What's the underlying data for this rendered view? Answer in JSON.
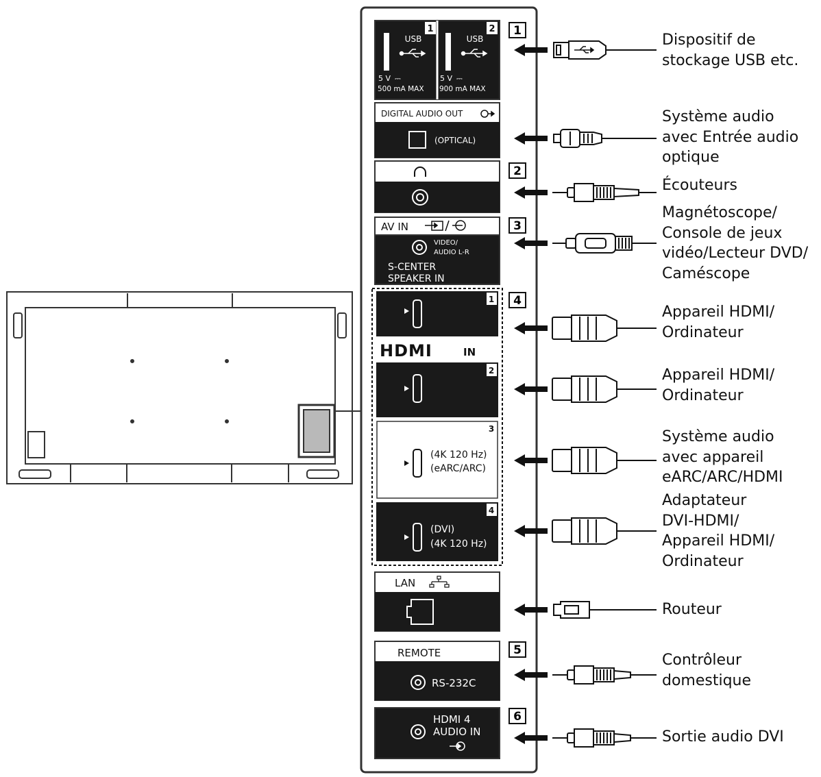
{
  "panel": {
    "usb": {
      "ports": [
        {
          "num": "1",
          "label": "USB",
          "volt": "5 V",
          "current": "500 mA MAX"
        },
        {
          "num": "2",
          "label": "USB",
          "volt": "5 V",
          "current": "900 mA MAX"
        }
      ],
      "volt_symbol": "⎓"
    },
    "digital_audio": {
      "title": "DIGITAL AUDIO OUT",
      "sub": "(OPTICAL)"
    },
    "headphone": {},
    "av_in": {
      "title": "AV IN",
      "sub_line1": "VIDEO/",
      "sub_line2": "AUDIO L-R",
      "extra_line1": "S-CENTER",
      "extra_line2": "SPEAKER IN"
    },
    "hdmi": {
      "logo": "HDMI",
      "in_label": "IN",
      "ports": [
        {
          "num": "1",
          "line1": "",
          "line2": ""
        },
        {
          "num": "2",
          "line1": "",
          "line2": ""
        },
        {
          "num": "3",
          "line1": "(4K 120 Hz)",
          "line2": "(eARC/ARC)"
        },
        {
          "num": "4",
          "line1": "(DVI)",
          "line2": "(4K 120 Hz)"
        }
      ]
    },
    "lan": {
      "title": "LAN"
    },
    "remote": {
      "title": "REMOTE",
      "sub": "RS-232C"
    },
    "hdmi4_audio": {
      "line1": "HDMI 4",
      "line2": "AUDIO IN"
    }
  },
  "callouts": [
    "1",
    "2",
    "3",
    "4",
    "5",
    "6"
  ],
  "devices": [
    {
      "lines": [
        "Dispositif de",
        "stockage USB etc."
      ]
    },
    {
      "lines": [
        "Système audio",
        "avec Entrée audio",
        "optique"
      ]
    },
    {
      "lines": [
        "Écouteurs"
      ]
    },
    {
      "lines": [
        "Magnétoscope/",
        "Console de jeux",
        "vidéo/Lecteur DVD/",
        "Caméscope"
      ]
    },
    {
      "lines": [
        "Appareil HDMI/",
        "Ordinateur"
      ]
    },
    {
      "lines": [
        "Appareil HDMI/",
        "Ordinateur"
      ]
    },
    {
      "lines": [
        "Système audio",
        "avec appareil",
        "eARC/ARC/HDMI"
      ]
    },
    {
      "lines": [
        "Adaptateur",
        "DVI-HDMI/",
        "Appareil HDMI/",
        "Ordinateur"
      ]
    },
    {
      "lines": [
        "Routeur"
      ]
    },
    {
      "lines": [
        "Contrôleur",
        "domestique"
      ]
    },
    {
      "lines": [
        "Sortie audio DVI"
      ]
    }
  ]
}
